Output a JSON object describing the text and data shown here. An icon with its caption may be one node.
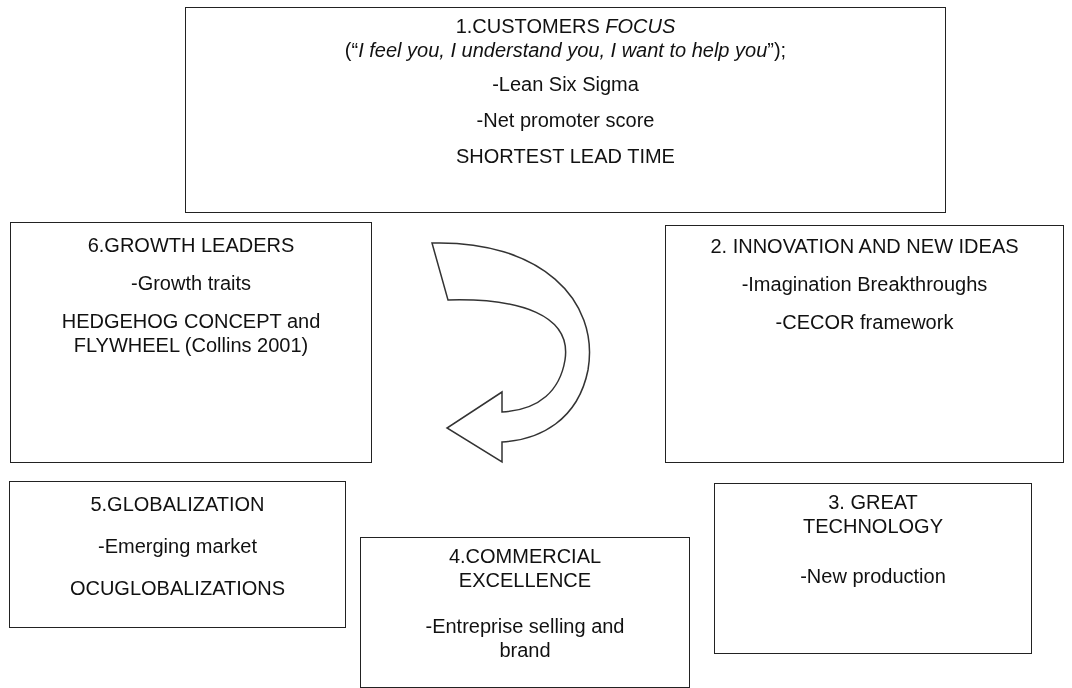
{
  "diagram": {
    "nodes": [
      {
        "text": [
          "1.CUSTOMERS *FOCUS*",
          "(“*I feel you, I understand you, I want to help you*”);",
          "-Lean Six Sigma",
          "-Net promoter score",
          "SHORTEST LEAD TIME"
        ]
      },
      {
        "text": [
          "6.GROWTH LEADERS",
          "-Growth traits",
          "HEDGEHOG CONCEPT and FLYWHEEL (Collins 2001)"
        ]
      },
      {
        "text": [
          "2. INNOVATION AND NEW IDEAS",
          "-Imagination Breakthroughs",
          "-CECOR framework"
        ]
      },
      {
        "text": [
          "5.GLOBALIZATION",
          "-Emerging market",
          "OCUGLOBALIZATIONS"
        ]
      },
      {
        "text": [
          "3. GREAT TECHNOLOGY",
          "-New production"
        ]
      },
      {
        "text": [
          "4.COMMERCIAL EXCELLENCE",
          "-Entreprise selling and brand"
        ]
      }
    ],
    "edges": []
  }
}
